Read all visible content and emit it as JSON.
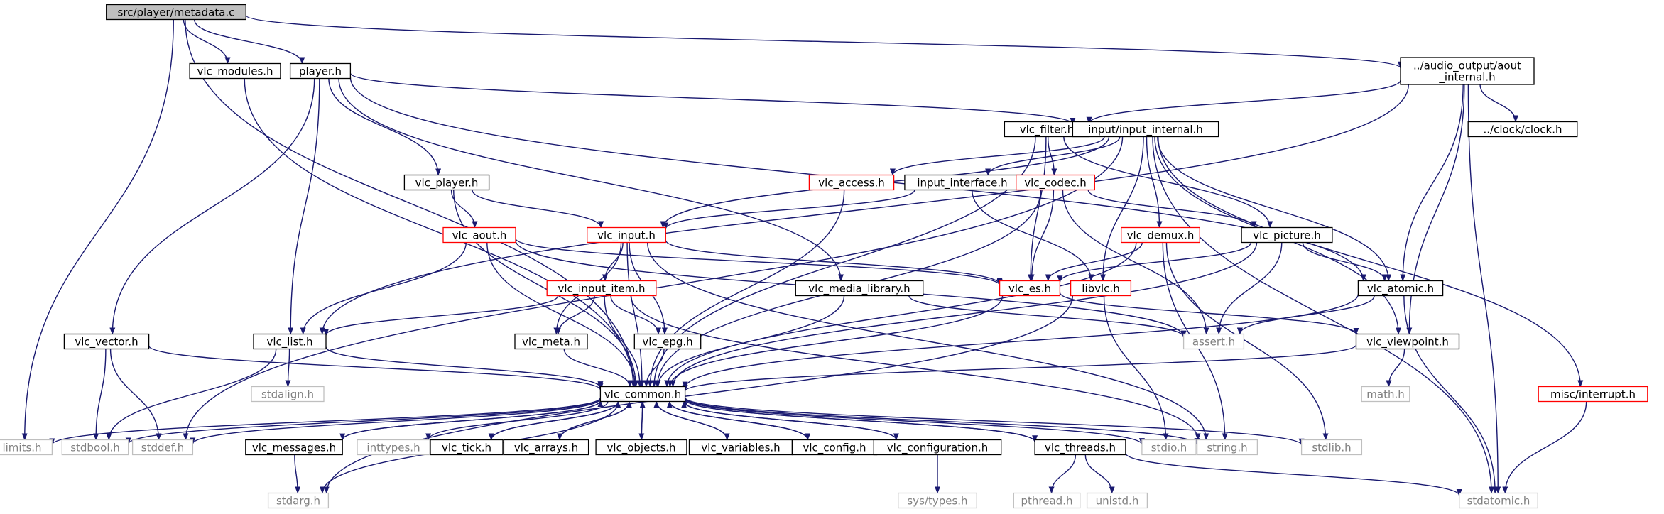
{
  "colors": {
    "edge": "#191970",
    "focus_fill": "#bfbfbf",
    "documented_border": "#000000",
    "undocumented_border": "#ff0000",
    "external_border": "#bfbfbf",
    "external_text": "#808080"
  },
  "nodes": {
    "metadata_c": {
      "lines": [
        "src/player/metadata.c"
      ],
      "kind": "focus"
    },
    "vlc_modules_h": {
      "lines": [
        "vlc_modules.h"
      ],
      "kind": "doc"
    },
    "player_h": {
      "lines": [
        "player.h"
      ],
      "kind": "doc"
    },
    "aout_internal_h": {
      "lines": [
        "../audio_output/aout",
        "_internal.h"
      ],
      "kind": "doc"
    },
    "vlc_filter_h": {
      "lines": [
        "vlc_filter.h"
      ],
      "kind": "doc"
    },
    "input_internal_h": {
      "lines": [
        "input/input_internal.h"
      ],
      "kind": "doc"
    },
    "clock_h": {
      "lines": [
        "../clock/clock.h"
      ],
      "kind": "doc"
    },
    "vlc_player_h": {
      "lines": [
        "vlc_player.h"
      ],
      "kind": "doc"
    },
    "vlc_access_h": {
      "lines": [
        "vlc_access.h"
      ],
      "kind": "red"
    },
    "input_interface_h": {
      "lines": [
        "input_interface.h"
      ],
      "kind": "doc"
    },
    "vlc_codec_h": {
      "lines": [
        "vlc_codec.h"
      ],
      "kind": "red"
    },
    "vlc_aout_h": {
      "lines": [
        "vlc_aout.h"
      ],
      "kind": "red"
    },
    "vlc_input_h": {
      "lines": [
        "vlc_input.h"
      ],
      "kind": "red"
    },
    "vlc_demux_h": {
      "lines": [
        "vlc_demux.h"
      ],
      "kind": "red"
    },
    "vlc_picture_h": {
      "lines": [
        "vlc_picture.h"
      ],
      "kind": "doc"
    },
    "vlc_input_item_h": {
      "lines": [
        "vlc_input_item.h"
      ],
      "kind": "red"
    },
    "vlc_media_library_h": {
      "lines": [
        "vlc_media_library.h"
      ],
      "kind": "doc"
    },
    "vlc_es_h": {
      "lines": [
        "vlc_es.h"
      ],
      "kind": "red"
    },
    "libvlc_h": {
      "lines": [
        "libvlc.h"
      ],
      "kind": "red"
    },
    "vlc_atomic_h": {
      "lines": [
        "vlc_atomic.h"
      ],
      "kind": "doc"
    },
    "vlc_vector_h": {
      "lines": [
        "vlc_vector.h"
      ],
      "kind": "doc"
    },
    "vlc_list_h": {
      "lines": [
        "vlc_list.h"
      ],
      "kind": "doc"
    },
    "vlc_meta_h": {
      "lines": [
        "vlc_meta.h"
      ],
      "kind": "doc"
    },
    "vlc_epg_h": {
      "lines": [
        "vlc_epg.h"
      ],
      "kind": "doc"
    },
    "assert_h": {
      "lines": [
        "assert.h"
      ],
      "kind": "ext"
    },
    "vlc_viewpoint_h": {
      "lines": [
        "vlc_viewpoint.h"
      ],
      "kind": "doc"
    },
    "stdalign_h": {
      "lines": [
        "stdalign.h"
      ],
      "kind": "ext"
    },
    "vlc_common_h": {
      "lines": [
        "vlc_common.h"
      ],
      "kind": "doc"
    },
    "math_h": {
      "lines": [
        "math.h"
      ],
      "kind": "ext"
    },
    "misc_interrupt_h": {
      "lines": [
        "misc/interrupt.h"
      ],
      "kind": "red"
    },
    "limits_h": {
      "lines": [
        "limits.h"
      ],
      "kind": "ext"
    },
    "stdbool_h": {
      "lines": [
        "stdbool.h"
      ],
      "kind": "ext"
    },
    "stddef_h": {
      "lines": [
        "stddef.h"
      ],
      "kind": "ext"
    },
    "vlc_messages_h": {
      "lines": [
        "vlc_messages.h"
      ],
      "kind": "doc"
    },
    "inttypes_h": {
      "lines": [
        "inttypes.h"
      ],
      "kind": "ext"
    },
    "vlc_tick_h": {
      "lines": [
        "vlc_tick.h"
      ],
      "kind": "doc"
    },
    "vlc_arrays_h": {
      "lines": [
        "vlc_arrays.h"
      ],
      "kind": "doc"
    },
    "vlc_objects_h": {
      "lines": [
        "vlc_objects.h"
      ],
      "kind": "doc"
    },
    "vlc_variables_h": {
      "lines": [
        "vlc_variables.h"
      ],
      "kind": "doc"
    },
    "vlc_config_h": {
      "lines": [
        "vlc_config.h"
      ],
      "kind": "doc"
    },
    "vlc_configuration_h": {
      "lines": [
        "vlc_configuration.h"
      ],
      "kind": "doc"
    },
    "vlc_threads_h": {
      "lines": [
        "vlc_threads.h"
      ],
      "kind": "doc"
    },
    "stdio_h": {
      "lines": [
        "stdio.h"
      ],
      "kind": "ext"
    },
    "string_h": {
      "lines": [
        "string.h"
      ],
      "kind": "ext"
    },
    "stdlib_h": {
      "lines": [
        "stdlib.h"
      ],
      "kind": "ext"
    },
    "stdarg_h": {
      "lines": [
        "stdarg.h"
      ],
      "kind": "ext"
    },
    "sys_types_h": {
      "lines": [
        "sys/types.h"
      ],
      "kind": "ext"
    },
    "pthread_h": {
      "lines": [
        "pthread.h"
      ],
      "kind": "ext"
    },
    "unistd_h": {
      "lines": [
        "unistd.h"
      ],
      "kind": "ext"
    },
    "stdatomic_h": {
      "lines": [
        "stdatomic.h"
      ],
      "kind": "ext"
    }
  },
  "edges": [
    [
      "metadata_c",
      "vlc_modules_h"
    ],
    [
      "metadata_c",
      "player_h"
    ],
    [
      "metadata_c",
      "aout_internal_h"
    ],
    [
      "metadata_c",
      "limits_h"
    ],
    [
      "metadata_c",
      "vlc_common_h"
    ],
    [
      "vlc_modules_h",
      "vlc_common_h"
    ],
    [
      "player_h",
      "vlc_player_h"
    ],
    [
      "player_h",
      "vlc_vector_h"
    ],
    [
      "player_h",
      "vlc_list_h"
    ],
    [
      "player_h",
      "vlc_media_library_h"
    ],
    [
      "player_h",
      "input_internal_h"
    ],
    [
      "player_h",
      "vlc_atomic_h"
    ],
    [
      "aout_internal_h",
      "clock_h"
    ],
    [
      "aout_internal_h",
      "vlc_filter_h"
    ],
    [
      "aout_internal_h",
      "vlc_list_h"
    ],
    [
      "aout_internal_h",
      "vlc_atomic_h"
    ],
    [
      "aout_internal_h",
      "vlc_viewpoint_h"
    ],
    [
      "aout_internal_h",
      "stdatomic_h"
    ],
    [
      "vlc_filter_h",
      "vlc_codec_h"
    ],
    [
      "vlc_filter_h",
      "vlc_picture_h"
    ],
    [
      "vlc_filter_h",
      "vlc_es_h"
    ],
    [
      "vlc_filter_h",
      "vlc_common_h"
    ],
    [
      "input_internal_h",
      "vlc_access_h"
    ],
    [
      "input_internal_h",
      "input_interface_h"
    ],
    [
      "input_internal_h",
      "vlc_demux_h"
    ],
    [
      "input_internal_h",
      "libvlc_h"
    ],
    [
      "input_internal_h",
      "vlc_input_h"
    ],
    [
      "input_internal_h",
      "vlc_atomic_h"
    ],
    [
      "input_internal_h",
      "vlc_viewpoint_h"
    ],
    [
      "input_internal_h",
      "misc_interrupt_h"
    ],
    [
      "input_internal_h",
      "stdatomic_h"
    ],
    [
      "input_internal_h",
      "stddef_h"
    ],
    [
      "vlc_player_h",
      "vlc_aout_h"
    ],
    [
      "vlc_player_h",
      "vlc_input_h"
    ],
    [
      "vlc_player_h",
      "vlc_common_h"
    ],
    [
      "vlc_access_h",
      "vlc_common_h"
    ],
    [
      "input_interface_h",
      "vlc_input_h"
    ],
    [
      "input_interface_h",
      "libvlc_h"
    ],
    [
      "vlc_codec_h",
      "vlc_es_h"
    ],
    [
      "vlc_codec_h",
      "vlc_picture_h"
    ],
    [
      "vlc_codec_h",
      "assert_h"
    ],
    [
      "vlc_codec_h",
      "vlc_common_h"
    ],
    [
      "vlc_aout_h",
      "vlc_es_h"
    ],
    [
      "vlc_aout_h",
      "vlc_list_h"
    ],
    [
      "vlc_aout_h",
      "assert_h"
    ],
    [
      "vlc_aout_h",
      "vlc_common_h"
    ],
    [
      "vlc_input_h",
      "vlc_input_item_h"
    ],
    [
      "vlc_input_h",
      "vlc_meta_h"
    ],
    [
      "vlc_input_h",
      "vlc_epg_h"
    ],
    [
      "vlc_input_h",
      "vlc_es_h"
    ],
    [
      "vlc_input_h",
      "string_h"
    ],
    [
      "vlc_input_h",
      "vlc_common_h"
    ],
    [
      "vlc_demux_h",
      "vlc_es_h"
    ],
    [
      "vlc_demux_h",
      "string_h"
    ],
    [
      "vlc_demux_h",
      "stdlib_h"
    ],
    [
      "vlc_demux_h",
      "vlc_common_h"
    ],
    [
      "vlc_picture_h",
      "vlc_es_h"
    ],
    [
      "vlc_picture_h",
      "vlc_atomic_h"
    ],
    [
      "vlc_picture_h",
      "assert_h"
    ],
    [
      "vlc_picture_h",
      "vlc_common_h"
    ],
    [
      "vlc_input_item_h",
      "vlc_list_h"
    ],
    [
      "vlc_input_item_h",
      "vlc_meta_h"
    ],
    [
      "vlc_input_item_h",
      "vlc_epg_h"
    ],
    [
      "vlc_input_item_h",
      "string_h"
    ],
    [
      "vlc_input_item_h",
      "vlc_common_h"
    ],
    [
      "vlc_media_library_h",
      "assert_h"
    ],
    [
      "vlc_media_library_h",
      "vlc_common_h"
    ],
    [
      "vlc_es_h",
      "vlc_viewpoint_h"
    ],
    [
      "vlc_es_h",
      "vlc_common_h"
    ],
    [
      "libvlc_h",
      "stdio_h"
    ],
    [
      "libvlc_h",
      "stdarg_h"
    ],
    [
      "vlc_atomic_h",
      "assert_h"
    ],
    [
      "vlc_atomic_h",
      "stdatomic_h"
    ],
    [
      "vlc_atomic_h",
      "vlc_common_h"
    ],
    [
      "vlc_vector_h",
      "stdbool_h"
    ],
    [
      "vlc_vector_h",
      "stddef_h"
    ],
    [
      "vlc_vector_h",
      "vlc_common_h"
    ],
    [
      "vlc_list_h",
      "stdalign_h"
    ],
    [
      "vlc_list_h",
      "stdbool_h"
    ],
    [
      "vlc_list_h",
      "vlc_common_h"
    ],
    [
      "vlc_meta_h",
      "vlc_common_h"
    ],
    [
      "vlc_epg_h",
      "vlc_common_h"
    ],
    [
      "vlc_viewpoint_h",
      "math_h"
    ],
    [
      "vlc_viewpoint_h",
      "vlc_common_h"
    ],
    [
      "misc_interrupt_h",
      "stdatomic_h"
    ],
    [
      "vlc_common_h",
      "limits_h"
    ],
    [
      "vlc_common_h",
      "stdbool_h"
    ],
    [
      "vlc_common_h",
      "stddef_h"
    ],
    [
      "vlc_common_h",
      "vlc_messages_h"
    ],
    [
      "vlc_common_h",
      "inttypes_h"
    ],
    [
      "vlc_common_h",
      "vlc_tick_h"
    ],
    [
      "vlc_common_h",
      "vlc_arrays_h"
    ],
    [
      "vlc_common_h",
      "vlc_objects_h"
    ],
    [
      "vlc_common_h",
      "vlc_variables_h"
    ],
    [
      "vlc_common_h",
      "vlc_config_h"
    ],
    [
      "vlc_common_h",
      "vlc_configuration_h"
    ],
    [
      "vlc_common_h",
      "vlc_threads_h"
    ],
    [
      "vlc_common_h",
      "stdio_h"
    ],
    [
      "vlc_common_h",
      "string_h"
    ],
    [
      "vlc_common_h",
      "stdlib_h"
    ],
    [
      "vlc_common_h",
      "stdarg_h"
    ],
    [
      "vlc_messages_h",
      "vlc_common_h"
    ],
    [
      "vlc_messages_h",
      "stdarg_h"
    ],
    [
      "vlc_tick_h",
      "vlc_common_h"
    ],
    [
      "vlc_arrays_h",
      "vlc_common_h"
    ],
    [
      "vlc_objects_h",
      "vlc_common_h"
    ],
    [
      "vlc_variables_h",
      "vlc_common_h"
    ],
    [
      "vlc_config_h",
      "vlc_common_h"
    ],
    [
      "vlc_configuration_h",
      "vlc_common_h"
    ],
    [
      "vlc_configuration_h",
      "sys_types_h"
    ],
    [
      "vlc_threads_h",
      "vlc_common_h"
    ],
    [
      "vlc_threads_h",
      "pthread_h"
    ],
    [
      "vlc_threads_h",
      "unistd_h"
    ],
    [
      "vlc_threads_h",
      "stdatomic_h"
    ]
  ]
}
